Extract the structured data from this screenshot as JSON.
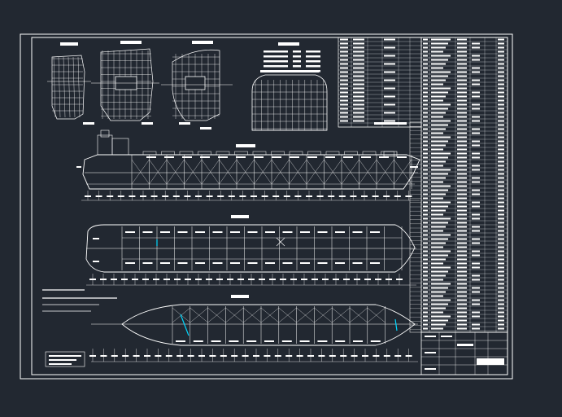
{
  "canvas": {
    "background": "#222831",
    "line_color": "#ffffff",
    "accent_color": "#00d8ff",
    "title_block_color": "#ffffff"
  },
  "drawing": {
    "section_views": [
      "section-view-1",
      "section-view-2",
      "section-view-3"
    ],
    "views": [
      "profile-view",
      "deck-plan-view",
      "bottom-plan-view"
    ],
    "tables": [
      "principal-particulars-table",
      "frame-spacing-table",
      "parts-list-table",
      "title-block"
    ]
  }
}
